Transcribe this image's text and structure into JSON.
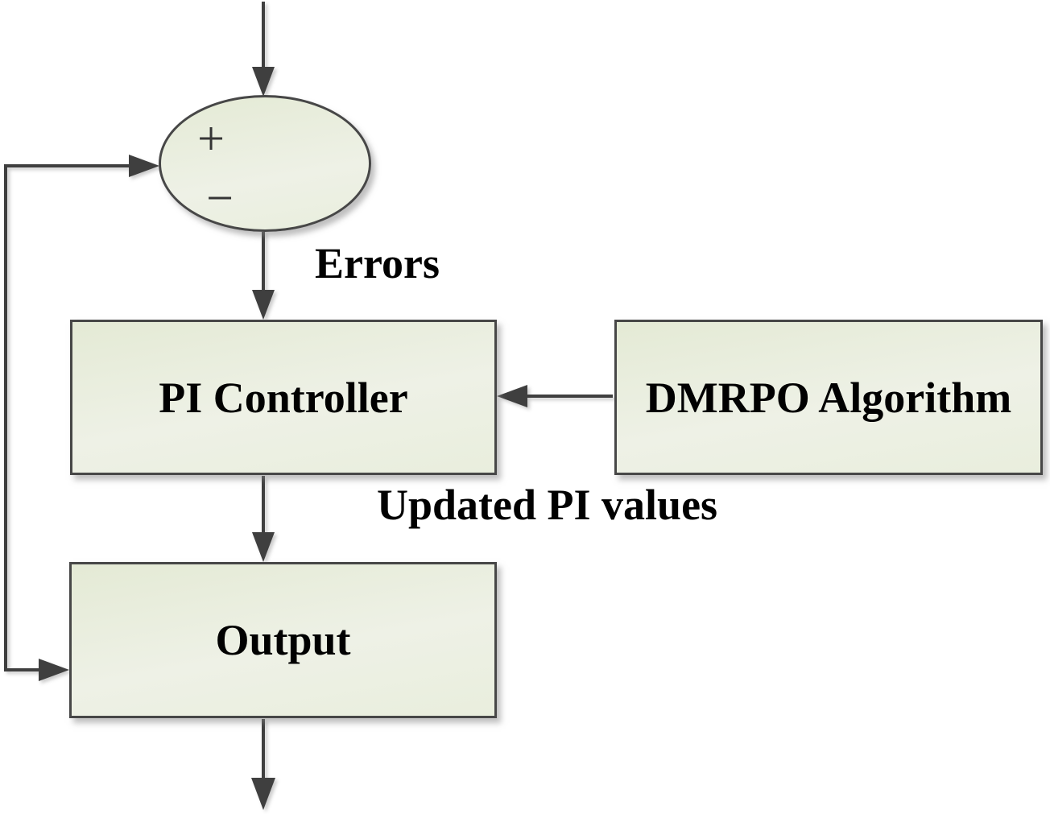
{
  "diagram": {
    "type": "control-loop-block-diagram",
    "summing_junction": {
      "plus_sign": "+",
      "minus_sign": "−"
    },
    "nodes": {
      "pi_controller": "PI Controller",
      "dmrpo_algorithm": "DMRPO Algorithm",
      "output": "Output"
    },
    "edge_labels": {
      "errors": "Errors",
      "updated_pi_values": "Updated PI values"
    },
    "edges": [
      "setpoint-input → summing-junction (down arrow)",
      "summing-junction → pi-controller (down arrow, labeled Errors)",
      "dmrpo-algorithm → pi-controller (left arrow)",
      "pi-controller → output (down arrow, labeled Updated PI values)",
      "output → system-out (down arrow)",
      "left feedback line → summing-junction and → output (right arrows)"
    ]
  },
  "colors": {
    "bg": "#ffffff",
    "node-fill-a": "#e4ead5",
    "node-fill-b": "#eef1e6",
    "node-border": "#474747",
    "arrow": "#3f3f3f",
    "text": "#010101"
  }
}
